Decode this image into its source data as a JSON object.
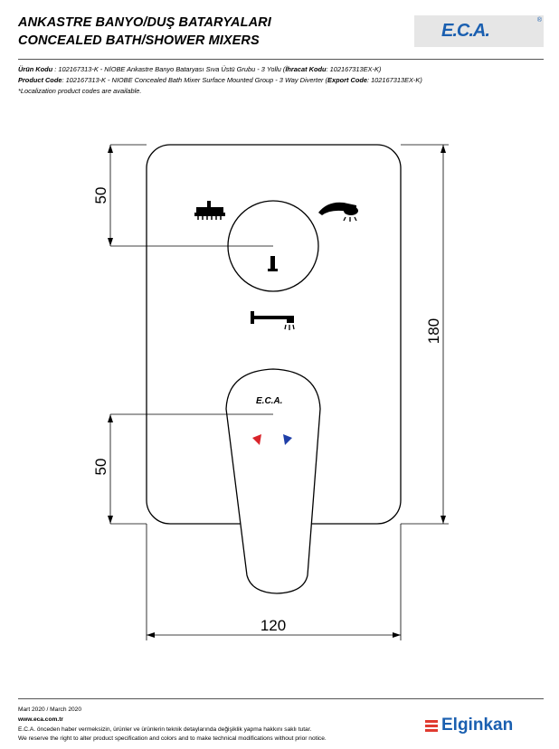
{
  "header": {
    "title_tr": "ANKASTRE BANYO/DUŞ BATARYALARI",
    "title_en": "CONCEALED BATH/SHOWER MIXERS",
    "logo_text": "E.C.A.",
    "logo_reg": "®"
  },
  "product": {
    "tr_label": "Ürün Kodu",
    "tr_sep": "   : ",
    "tr_text": "102167313-K - NİOBE Ankastre Banyo Bataryası Sıva Üstü Grubu - 3 Yollu (",
    "tr_export_label": "İhracat Kodu",
    "tr_export_value": ": 102167313EX-K)",
    "en_label": "Product Code",
    "en_sep": ": ",
    "en_text": "102167313-K - NIOBE Concealed Bath Mixer Surface Mounted Group - 3 Way Diverter (",
    "en_export_label": "Export Code",
    "en_export_value": ": 102167313EX-K)",
    "note": "*Localization product codes are available."
  },
  "drawing": {
    "dim_top": "50",
    "dim_bottom": "50",
    "dim_height": "180",
    "dim_width": "120",
    "handle_logo": "E.C.A."
  },
  "footer": {
    "date": "Mart 2020 / March 2020",
    "website": "www.eca.com.tr",
    "notice_tr": "E.C.A. önceden haber vermeksizin, ürünler ve ürünlerin teknik detaylarında değişiklik yapma hakkını saklı tutar.",
    "notice_en": "We reserve the right to alter product specification and colors and to make technical modifications without prior notice.",
    "brand": "Elginkan"
  },
  "colors": {
    "brand_blue": "#1a5fb0",
    "brand_red": "#e03a30",
    "hot": "#d9242b",
    "cold": "#1f3fa8"
  }
}
